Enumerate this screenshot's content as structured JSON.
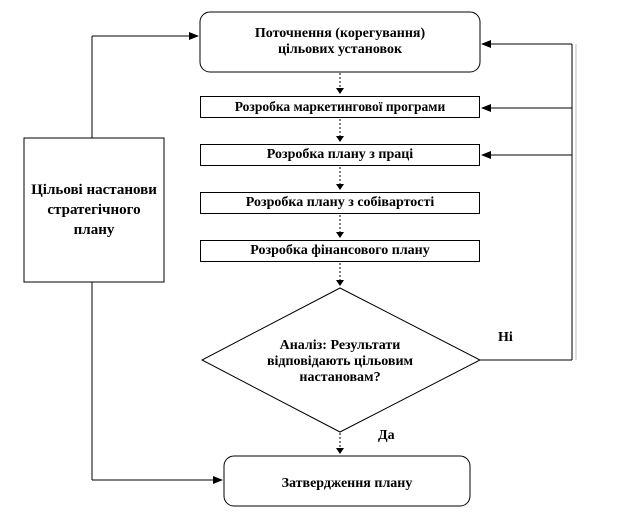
{
  "nodes": {
    "refine_targets": "Поточнення (корегування) цільових установок",
    "marketing_program": "Розробка маркетингової програми",
    "labor_plan": "Розробка плану з праці",
    "cost_plan": "Розробка плану з собівартості",
    "financial_plan": "Розробка фінансового плану",
    "analysis": "Аналіз: Результати відповідають цільовим настановам?",
    "approve_plan": "Затвердження плану",
    "strategic_targets": "Цільові настанови стратегічного плану"
  },
  "edge_labels": {
    "no": "Ні",
    "yes": "Да"
  }
}
